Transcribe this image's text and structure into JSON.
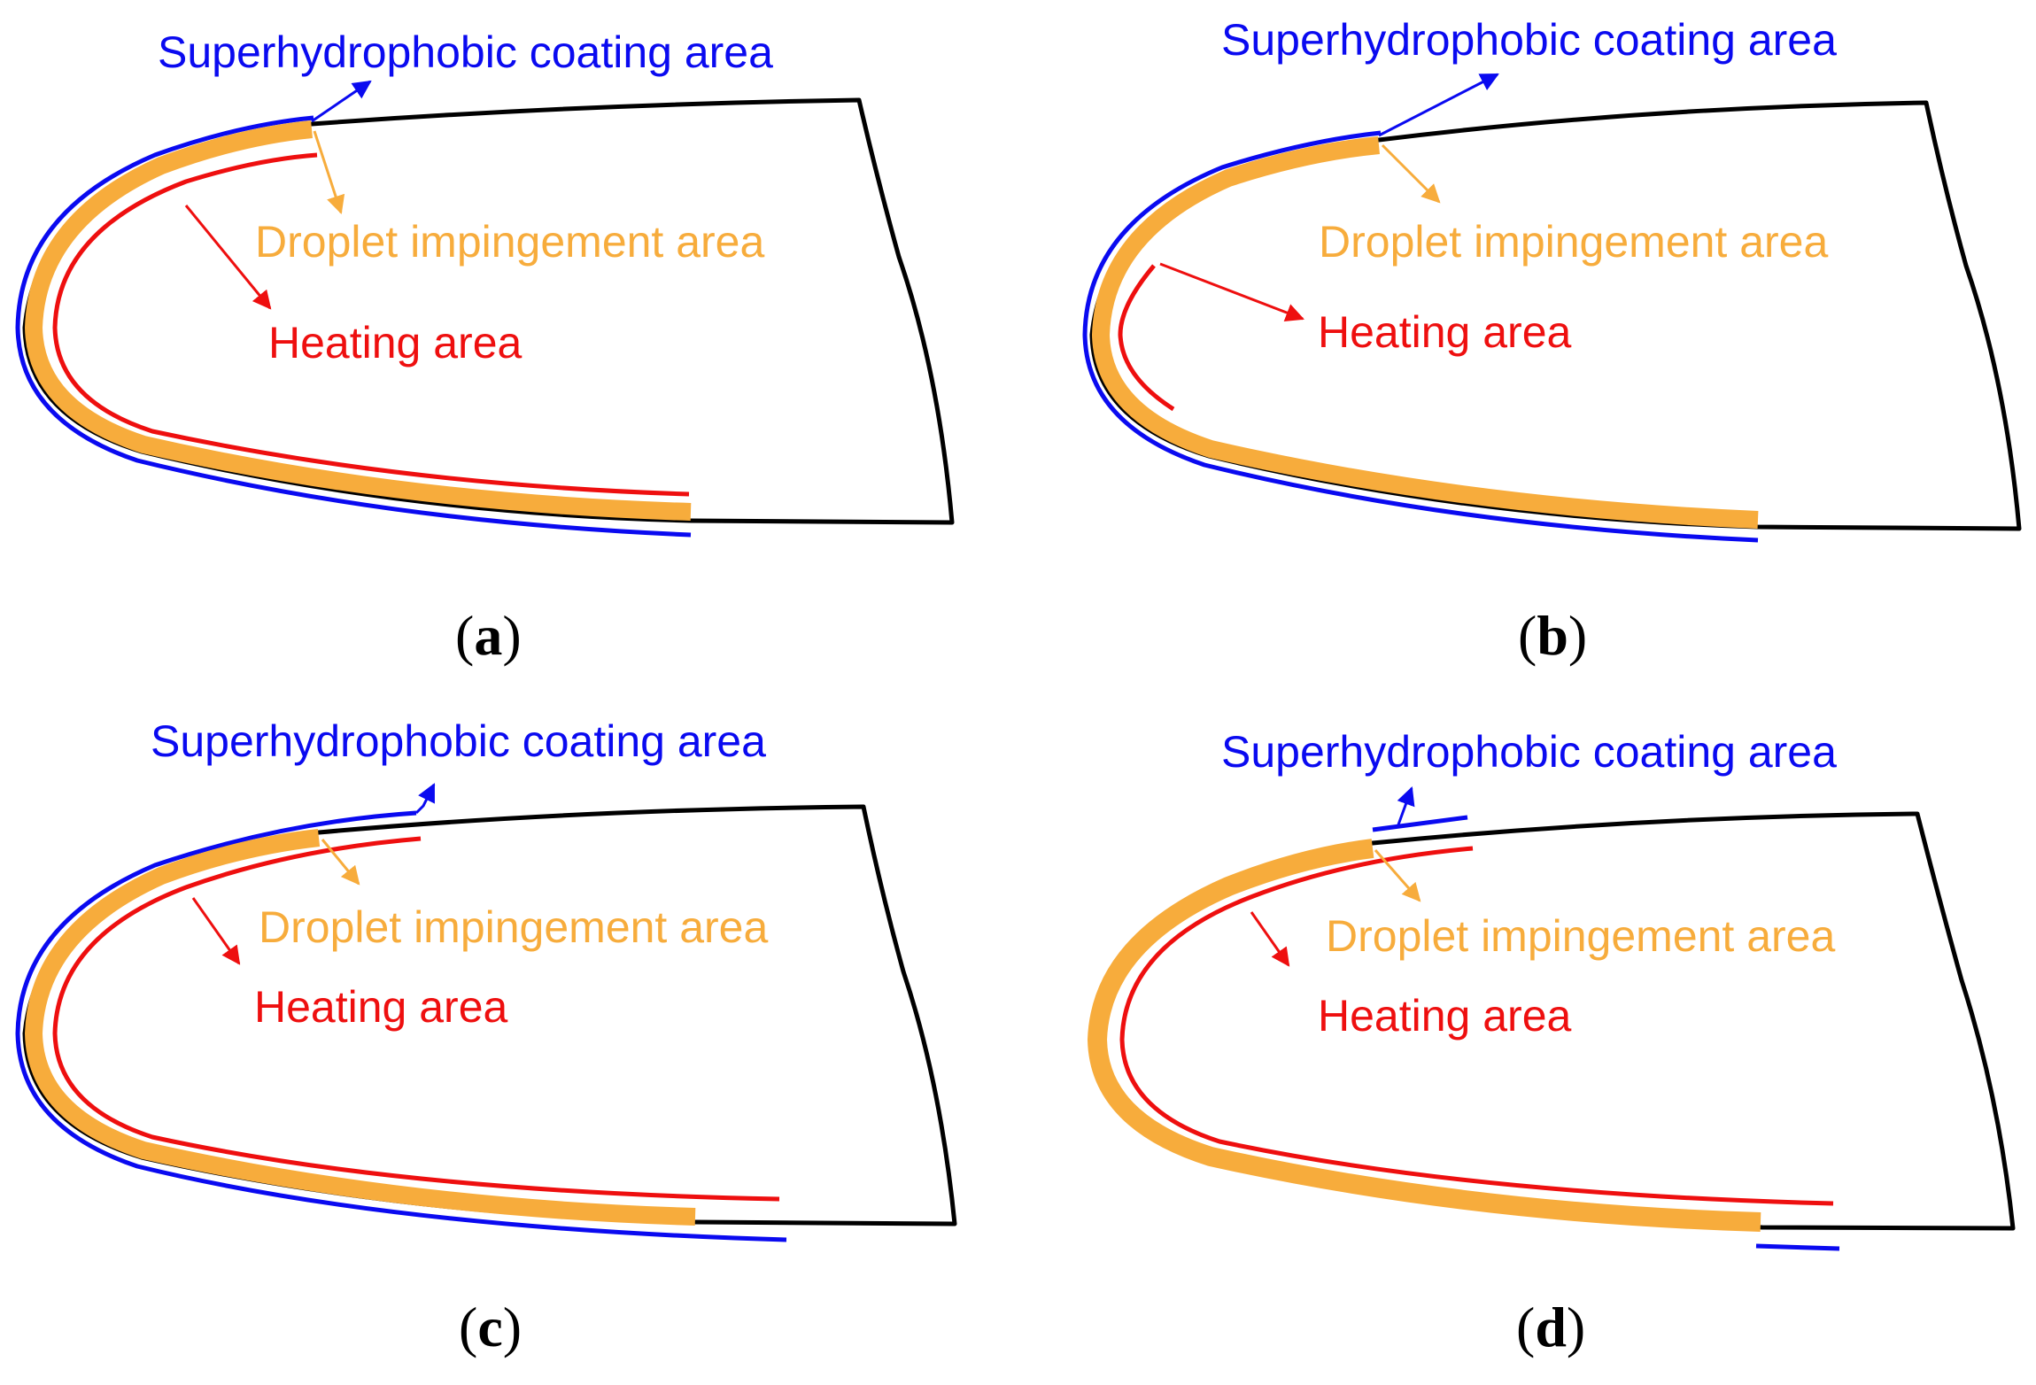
{
  "labels": {
    "coating": "Superhydrophobic coating area",
    "droplet": "Droplet impingement area",
    "heating": "Heating area"
  },
  "colors": {
    "outline": "#000000",
    "coating": "#0a0af0",
    "droplet": "#f7ac3c",
    "heating": "#ee0f0f"
  },
  "panels": [
    {
      "id": "a",
      "open": "(",
      "letter": "a",
      "close": ")"
    },
    {
      "id": "b",
      "open": "(",
      "letter": "b",
      "close": ")"
    },
    {
      "id": "c",
      "open": "(",
      "letter": "c",
      "close": ")"
    },
    {
      "id": "d",
      "open": "(",
      "letter": "d",
      "close": ")"
    }
  ]
}
